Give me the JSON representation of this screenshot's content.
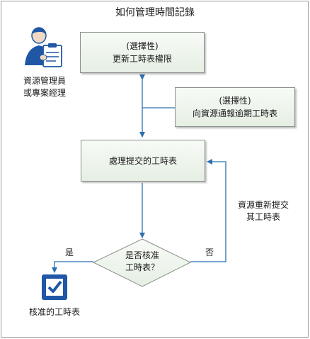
{
  "title": "如何管理時間記錄",
  "actor": {
    "line1": "資源管理員",
    "line2": "或專案經理"
  },
  "steps": {
    "update_permissions": {
      "line1": "(選擇性)",
      "line2": "更新工時表權限"
    },
    "notify_overdue": {
      "line1": "(選擇性)",
      "line2": "向資源通報逾期工時表"
    },
    "process": {
      "label": "處理提交的工時表"
    },
    "decision": {
      "line1": "是否核准",
      "line2": "工時表？"
    },
    "approved": {
      "label": "核准的工時表"
    }
  },
  "edges": {
    "yes": "是",
    "no": "否",
    "resubmit_line1": "資源重新提交",
    "resubmit_line2": "其工時表"
  },
  "colors": {
    "arrow": "#2c6fb0",
    "node_fill_top": "#f7fbf6",
    "node_fill_bottom": "#e6efe4",
    "icon_blue": "#1f57a6"
  }
}
